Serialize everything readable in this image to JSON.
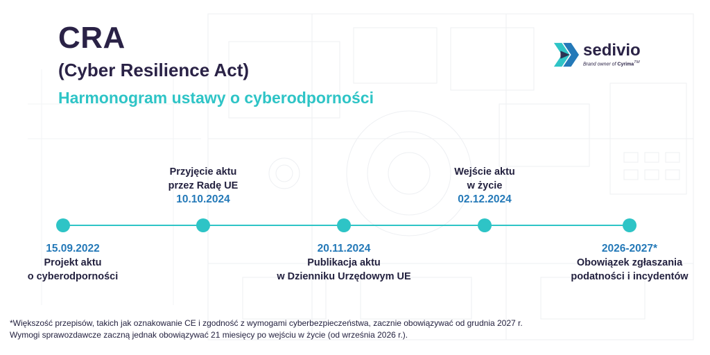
{
  "header": {
    "title": "CRA",
    "subtitle": "(Cyber Resilience Act)",
    "tagline": "Harmonogram ustawy o cyberodporności"
  },
  "logo": {
    "name": "sedivio",
    "sub_prefix": "Brand owner of ",
    "sub_brand": "Cyrima",
    "sub_mark": "TM"
  },
  "timeline": {
    "events": [
      {
        "date": "15.09.2022",
        "line1": "Projekt aktu",
        "line2": "o cyberodporności"
      },
      {
        "date": "10.10.2024",
        "line1": "Przyjęcie aktu",
        "line2": "przez Radę UE"
      },
      {
        "date": "20.11.2024",
        "line1": "Publikacja aktu",
        "line2": "w Dzienniku Urzędowym UE"
      },
      {
        "date": "02.12.2024",
        "line1": "Wejście aktu",
        "line2": "w życie"
      },
      {
        "date": "2026-2027*",
        "line1": "Obowiązek zgłaszania",
        "line2": "podatności i incydentów"
      }
    ]
  },
  "footnote": {
    "line1": "*Większość przepisów, takich jak oznakowanie CE i zgodność z wymogami cyberbezpieczeństwa, zacznie obowiązywać od grudnia 2027 r.",
    "line2": "Wymogi sprawozdawcze zaczną jednak obowiązywać 21 miesięcy po wejściu w życie (od września 2026 r.)."
  },
  "colors": {
    "accent": "#2ec4c6",
    "dark": "#2a2246",
    "date_blue": "#2479b8"
  },
  "icons": {
    "logo_mark": "sedivio-logo-icon"
  }
}
